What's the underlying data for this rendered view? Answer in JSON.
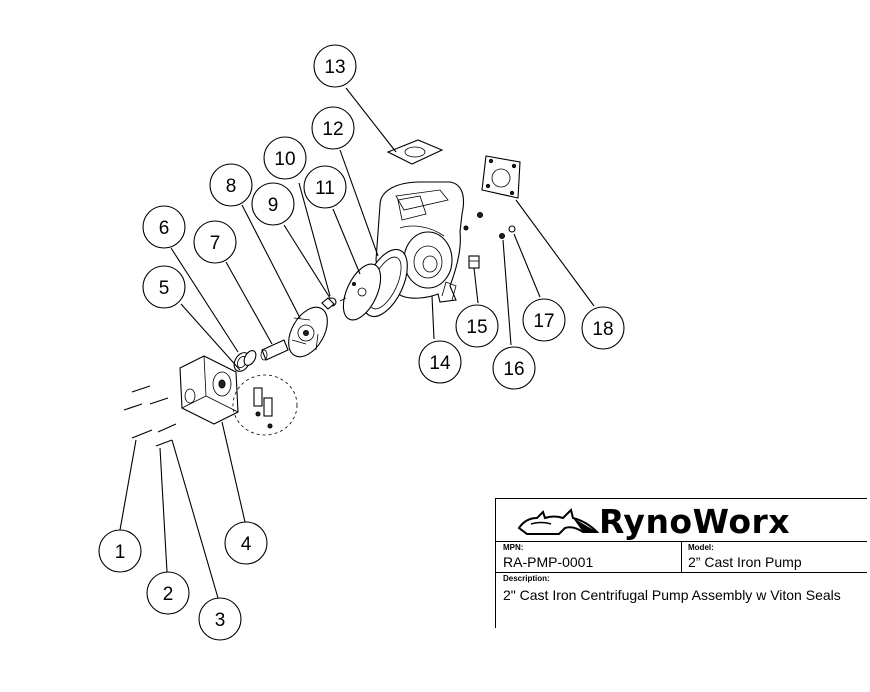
{
  "callouts": [
    "1",
    "2",
    "3",
    "4",
    "5",
    "6",
    "7",
    "8",
    "9",
    "10",
    "11",
    "12",
    "13",
    "14",
    "15",
    "16",
    "17",
    "18"
  ],
  "title_block": {
    "brand": "RynoWorx",
    "mpn_label": "MPN:",
    "mpn_value": "RA-PMP-0001",
    "model_label": "Model:",
    "model_value": "2” Cast Iron Pump",
    "description_label": "Description:",
    "description_value": "2\" Cast Iron Centrifugal Pump Assembly w Viton Seals"
  },
  "icons": {
    "logo": "rhino-logo-icon"
  }
}
